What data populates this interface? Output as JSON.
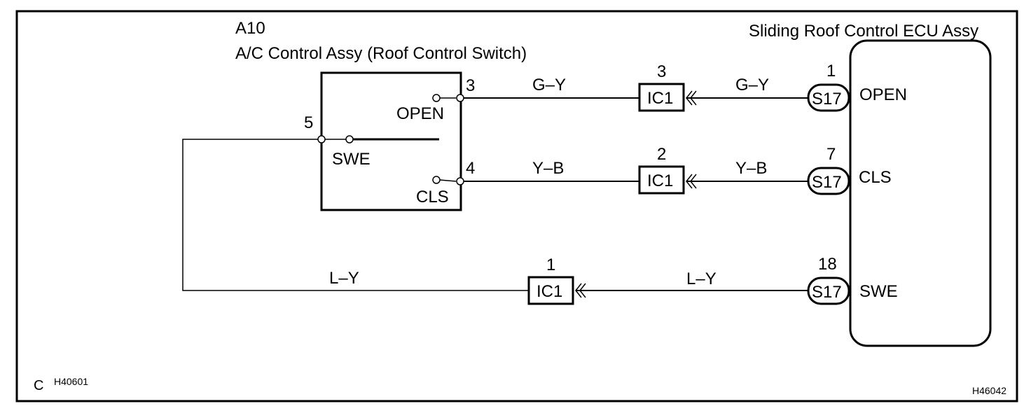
{
  "switch_assy": {
    "code": "A10",
    "name": "A/C Control Assy (Roof Control Switch)",
    "contacts": {
      "open": "OPEN",
      "swe": "SWE",
      "cls": "CLS"
    },
    "pins": {
      "open": "3",
      "cls": "4",
      "swe": "5"
    }
  },
  "ecu": {
    "name": "Sliding Roof Control ECU Assy",
    "terminals": {
      "open": "OPEN",
      "cls": "CLS",
      "swe": "SWE"
    },
    "connector": "S17",
    "pins": {
      "open": "1",
      "cls": "7",
      "swe": "18"
    }
  },
  "wires": {
    "open": {
      "left": "G–Y",
      "right": "G–Y",
      "connector": "IC1",
      "pin": "3"
    },
    "cls": {
      "left": "Y–B",
      "right": "Y–B",
      "connector": "IC1",
      "pin": "2"
    },
    "swe": {
      "left": "L–Y",
      "right": "L–Y",
      "connector": "IC1",
      "pin": "1"
    }
  },
  "footer": {
    "prefix": "C",
    "ref_left": "H40601",
    "ref_right": "H46042"
  }
}
